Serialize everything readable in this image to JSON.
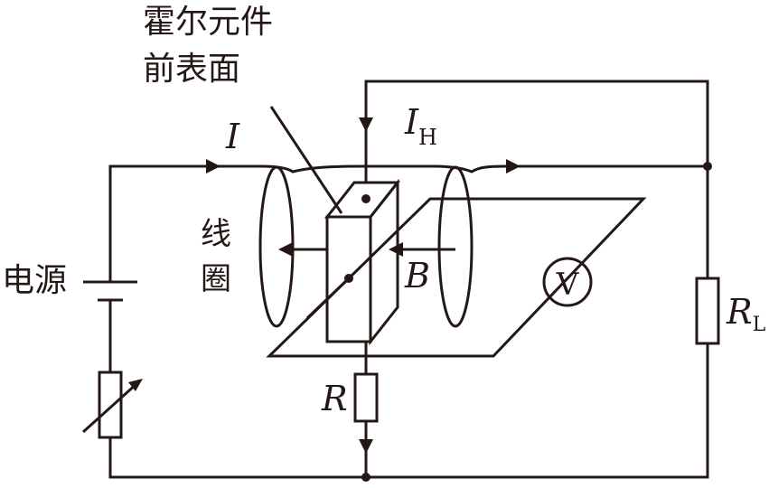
{
  "labels": {
    "hall_element": "霍尔元件",
    "front_surface": "前表面",
    "current": "I",
    "hall_current": "I",
    "hall_current_sub": "H",
    "coil_line1": "线",
    "coil_line2": "圈",
    "power": "电源",
    "field": "B",
    "voltmeter": "V",
    "resistor": "R",
    "load": "R",
    "load_sub": "L"
  },
  "colors": {
    "stroke": "#231815",
    "background": "#ffffff"
  }
}
